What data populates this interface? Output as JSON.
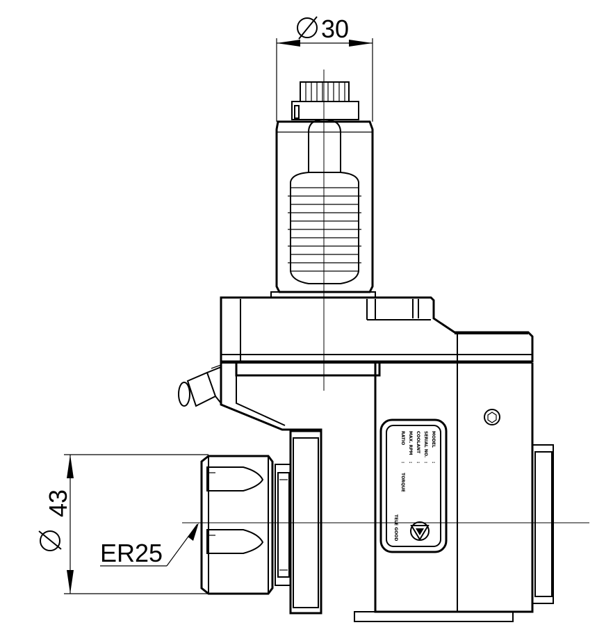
{
  "dimensions": {
    "shank_diameter": "30",
    "collet_diameter": "43",
    "collet_type": "ER25",
    "diameter_symbol": "⌀"
  },
  "nameplate": {
    "col1": [
      "MODEL",
      "SERIAL NO.",
      "COOLANT",
      "MAX. RPM",
      "RATIO"
    ],
    "col2": [
      ":",
      ":",
      ":",
      ":",
      ":"
    ],
    "col3": [
      "TORQUE"
    ],
    "logo_caption": "TELE GOOD"
  }
}
